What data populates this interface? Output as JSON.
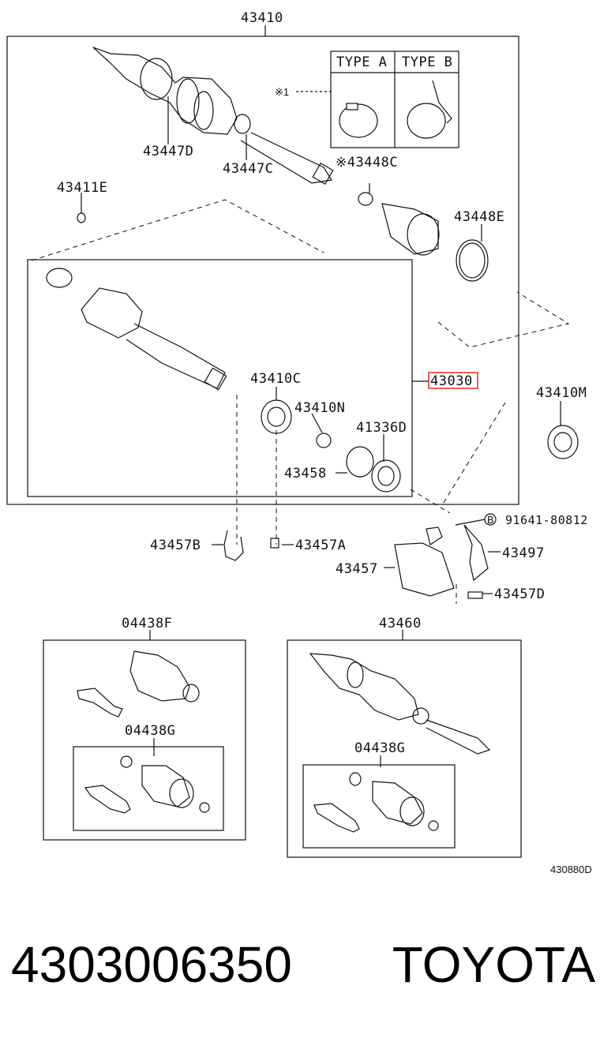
{
  "labels": {
    "main_assembly": "43410",
    "type_a": "TYPE A",
    "type_b": "TYPE B",
    "note_mark": "※1",
    "p43447D": "43447D",
    "p43447C": "43447C",
    "p43448C": "※43448C",
    "p43411E": "43411E",
    "p43448E": "43448E",
    "p43030": "43030",
    "p43410C": "43410C",
    "p43410N": "43410N",
    "p41336D": "41336D",
    "p43458": "43458",
    "p43410M": "43410M",
    "p91641": "91641-80812",
    "bolt_mark": "B",
    "p43457B": "43457B",
    "p43457A": "43457A",
    "p43457": "43457",
    "p43497": "43497",
    "p43457D": "43457D",
    "p04438F": "04438F",
    "p04438G_left": "04438G",
    "p43460": "43460",
    "p04438G_right": "04438G",
    "diagram_code": "430880D"
  },
  "caption": {
    "part_number": "4303006350",
    "brand": "TOYOTA"
  },
  "highlight_color": "#e53935"
}
